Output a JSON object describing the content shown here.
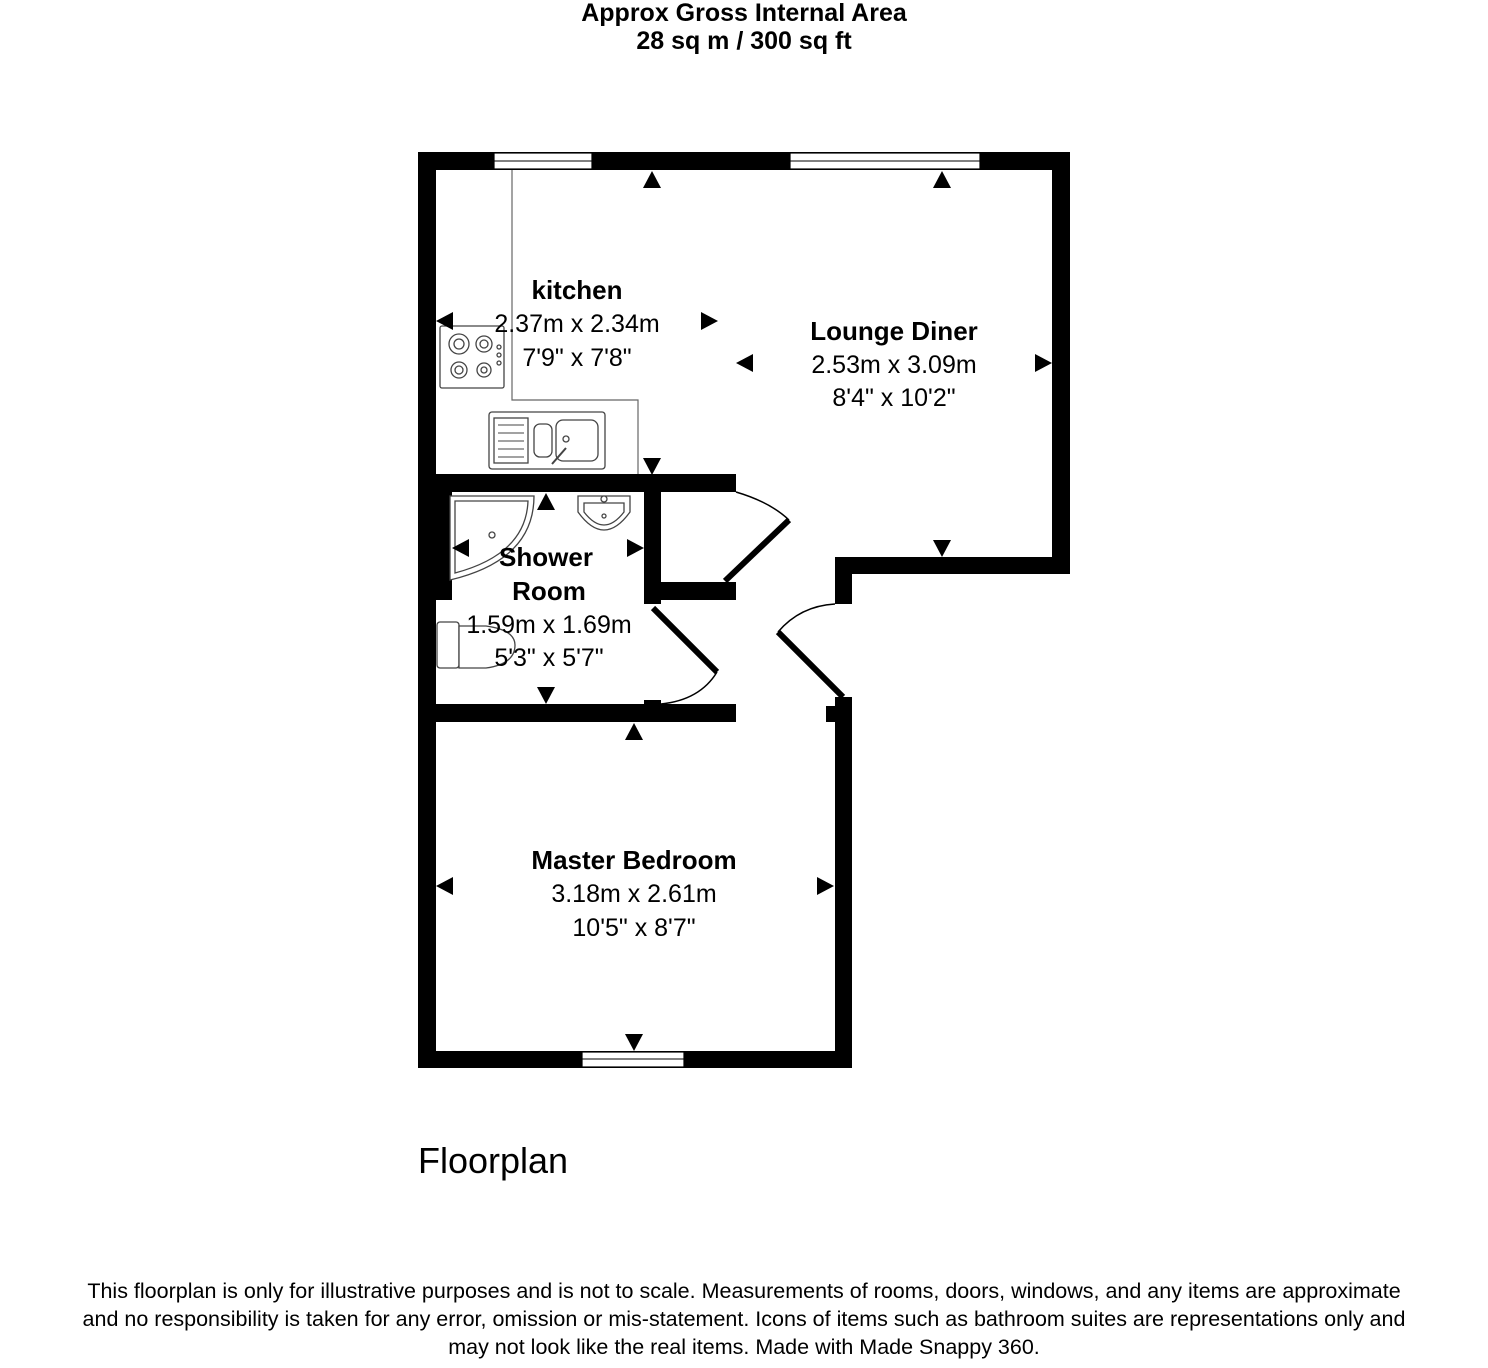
{
  "header": {
    "line1": "Approx Gross Internal Area",
    "line2": "28 sq m / 300 sq ft"
  },
  "rooms": {
    "kitchen": {
      "name": "kitchen",
      "metric": "2.37m x 2.34m",
      "imperial": "7'9\" x 7'8\""
    },
    "lounge": {
      "name": "Lounge Diner",
      "metric": "2.53m x 3.09m",
      "imperial": "8'4\" x 10'2\""
    },
    "shower": {
      "name_line1": "Shower",
      "name_line2": "Room",
      "metric": "1.59m x 1.69m",
      "imperial": "5'3\" x 5'7\""
    },
    "bedroom": {
      "name": "Master Bedroom",
      "metric": "3.18m x 2.61m",
      "imperial": "10'5\" x 8'7\""
    }
  },
  "floor_label": "Floorplan",
  "disclaimer": {
    "line1": "This floorplan is only for illustrative purposes and is not to scale. Measurements of rooms, doors, windows, and any items are approximate",
    "line2": "and no responsibility is taken for any error, omission or mis-statement. Icons of items such as bathroom suites are representations only and",
    "line3": "may not look like the real items. Made with Made Snappy 360."
  },
  "icons": [
    "dimension-arrow-icon",
    "hob-icon",
    "sink-icon",
    "shower-tray-icon",
    "basin-icon",
    "toilet-icon",
    "door-icon",
    "window-icon"
  ]
}
